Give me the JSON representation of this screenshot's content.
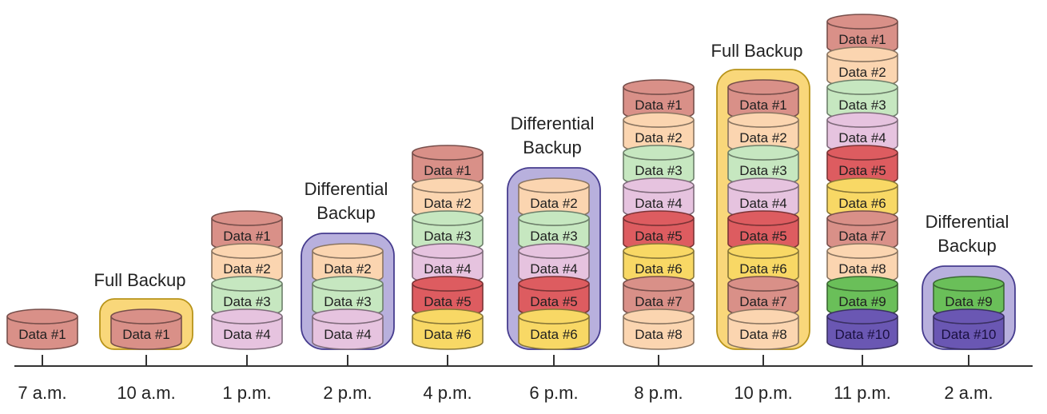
{
  "times": [
    "7 a.m.",
    "10 a.m.",
    "1 p.m.",
    "2 p.m.",
    "4 p.m.",
    "6 p.m.",
    "8 p.m.",
    "10 p.m.",
    "11 p.m.",
    "2 a.m."
  ],
  "backup_labels": {
    "full": "Full Backup",
    "differential_line1": "Differential",
    "differential_line2": "Backup"
  },
  "data_labels": [
    "Data #1",
    "Data #2",
    "Data #3",
    "Data #4",
    "Data #5",
    "Data #6",
    "Data #7",
    "Data #8",
    "Data #9",
    "Data #10"
  ],
  "colors": {
    "data_1": "#d99088",
    "data_2": "#fbd5b0",
    "data_3": "#c6e7c0",
    "data_4": "#e6c3df",
    "data_5": "#dd5c60",
    "data_6": "#f8d865",
    "data_7": "#d99088",
    "data_8": "#fbd5b0",
    "data_9": "#6abf59",
    "data_10": "#6a57b3",
    "full_backup_bg": "#f9d77a",
    "differential_backup_bg": "#b8b0dd",
    "axis": "#333333"
  },
  "columns": [
    {
      "time_index": 0,
      "backup": "none",
      "disks": [
        1
      ]
    },
    {
      "time_index": 1,
      "backup": "full",
      "disks": [
        1
      ]
    },
    {
      "time_index": 2,
      "backup": "none",
      "disks": [
        1,
        2,
        3,
        4
      ]
    },
    {
      "time_index": 3,
      "backup": "differential",
      "disks": [
        2,
        3,
        4
      ]
    },
    {
      "time_index": 4,
      "backup": "none",
      "disks": [
        1,
        2,
        3,
        4,
        5,
        6
      ]
    },
    {
      "time_index": 5,
      "backup": "differential",
      "disks": [
        2,
        3,
        4,
        5,
        6
      ]
    },
    {
      "time_index": 6,
      "backup": "none",
      "disks": [
        1,
        2,
        3,
        4,
        5,
        6,
        7,
        8
      ]
    },
    {
      "time_index": 7,
      "backup": "full",
      "disks": [
        1,
        2,
        3,
        4,
        5,
        6,
        7,
        8
      ]
    },
    {
      "time_index": 8,
      "backup": "none",
      "disks": [
        1,
        2,
        3,
        4,
        5,
        6,
        7,
        8,
        9,
        10
      ]
    },
    {
      "time_index": 9,
      "backup": "differential",
      "disks": [
        9,
        10
      ]
    }
  ]
}
